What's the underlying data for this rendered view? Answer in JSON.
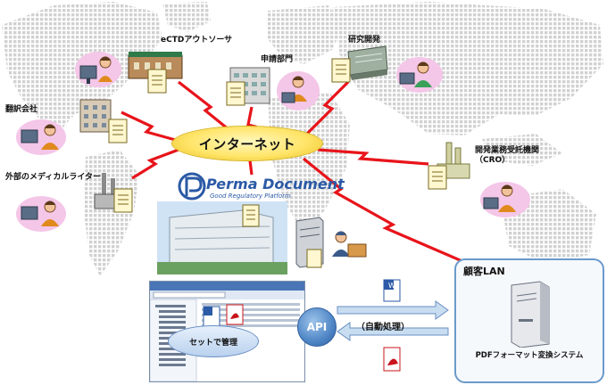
{
  "hub": {
    "label": "インターネット"
  },
  "nodes": {
    "ectd": "eCTDアウトソーサ",
    "shinsei": "申請部門",
    "kenkyu": "研究開発",
    "honyaku": "翻訳会社",
    "writer": "外部のメディカルライター",
    "cro_line1": "開発業務受託機関",
    "cro_line2": "（CRO）"
  },
  "brand": {
    "name": "Perma Document",
    "tagline": "Good Regulatory Platform"
  },
  "system": {
    "set_label": "セットで管理",
    "api_label": "API",
    "auto_label": "（自動処理）"
  },
  "lan": {
    "title": "顧客LAN",
    "caption": "PDFフォーマット変換システム"
  },
  "colors": {
    "link": "#e8141b",
    "hub": "#ffe56a",
    "map_dot": "#c9c9c9",
    "brand": "#2b5aa6",
    "lan_border": "#6a9acb"
  }
}
